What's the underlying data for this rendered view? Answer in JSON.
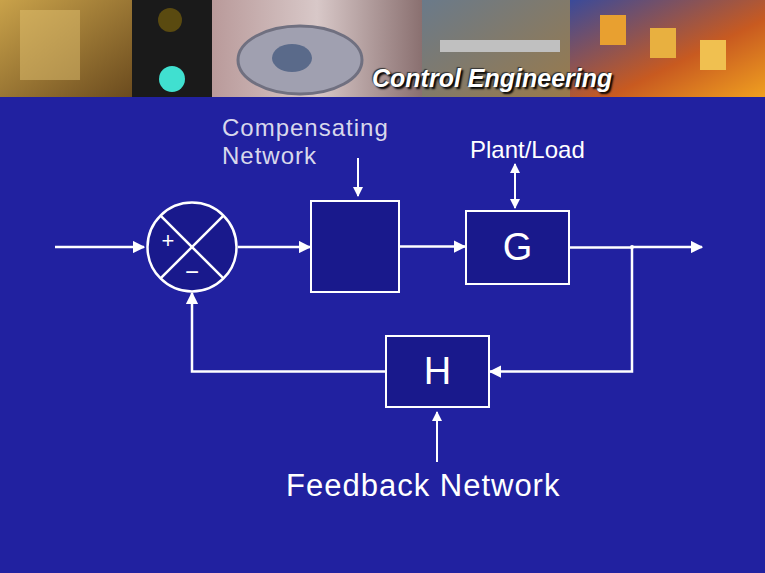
{
  "diagram": {
    "nodes": [
      {
        "text": [
          "+",
          "−"
        ]
      },
      {
        "text": [
          "Compensating Network"
        ]
      },
      {
        "text": [
          "G",
          "Plant/Load"
        ]
      },
      {
        "text": [
          "H",
          "Feedback Network"
        ]
      }
    ],
    "edges": [
      {
        "from": 0,
        "to": 1,
        "arrow": "to"
      },
      {
        "from": 1,
        "to": 2,
        "arrow": "to"
      },
      {
        "from": 2,
        "to": 3,
        "arrow": "to"
      },
      {
        "from": 3,
        "to": 0,
        "arrow": "to"
      }
    ],
    "labels": [
      "Control Engineering"
    ]
  }
}
